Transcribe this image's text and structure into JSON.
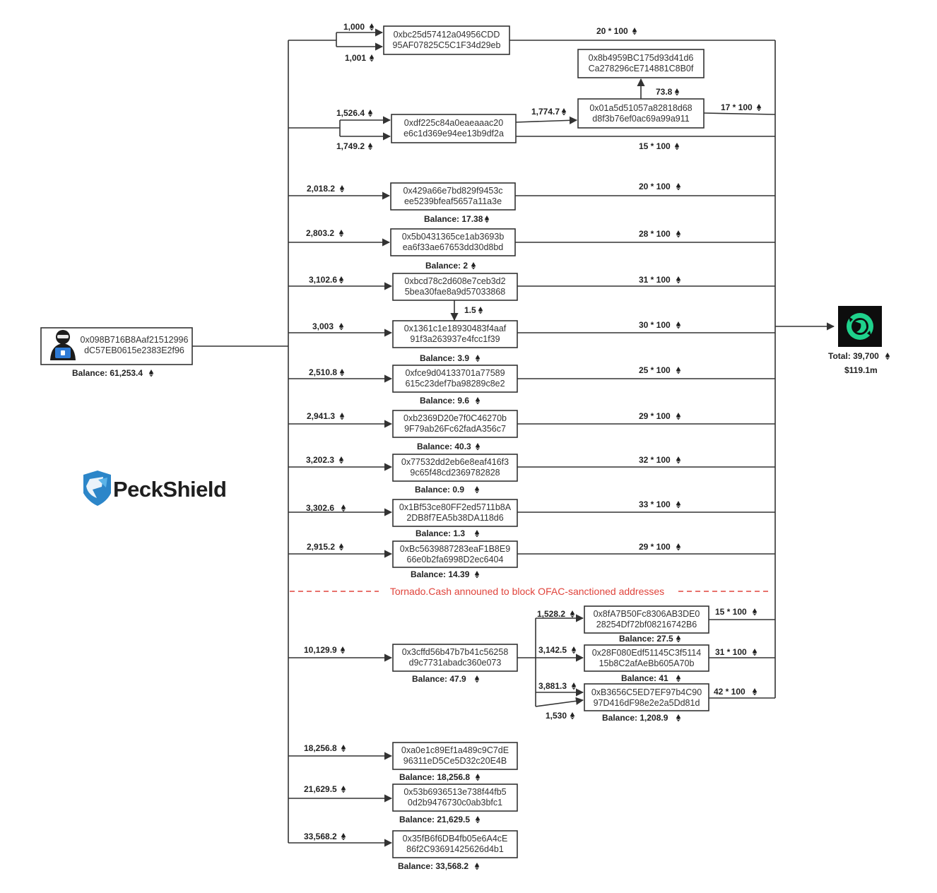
{
  "hacker": {
    "address_line1": "0x098B716B8Aaf21512996",
    "address_line2": "dC57EB0615e2383E2f96",
    "balance": "Balance: 61,253.4"
  },
  "tornado": {
    "total": "Total: 39,700",
    "usd": "$119.1m",
    "icon": "tornado-cash-logo-icon",
    "accent_color": "#1fd28c"
  },
  "separator_text": "Tornado.Cash announed to block OFAC-sanctioned addresses",
  "brand": "PeckShield",
  "eth_symbol": "♦",
  "rows": [
    {
      "amount_in_1": "1,000",
      "amount_in_2": "1,001",
      "address_line1": "0xbc25d57412a04956CDD",
      "address_line2": "95AF07825C5C1F34d29eb",
      "out": "20 * 100"
    },
    {
      "amount_in_1": "1,526.4",
      "amount_in_2": "1,749.2",
      "address_line1": "0xdf225c84a0eaeaaac20",
      "address_line2": "e6c1d369e94ee13b9df2a",
      "out": "15 * 100"
    },
    {
      "amount_in": "2,018.2",
      "address_line1": "0x429a66e7bd829f9453c",
      "address_line2": "ee5239bfeaf5657a11a3e",
      "balance": "Balance: 17.38",
      "out": "20 * 100"
    },
    {
      "amount_in": "2,803.2",
      "address_line1": "0x5b0431365ce1ab3693b",
      "address_line2": "ea6f33ae67653dd30d8bd",
      "balance": "Balance: 2",
      "out": "28 * 100"
    },
    {
      "amount_in": "3,102.6",
      "address_line1": "0xbcd78c2d608e7ceb3d2",
      "address_line2": "5bea30fae8a9d57033868",
      "out": "31 * 100"
    },
    {
      "amount_in": "3,003",
      "address_line1": "0x1361c1e18930483f4aaf",
      "address_line2": "91f3a263937e4fcc1f39",
      "balance": "Balance: 3.9",
      "out": "30 * 100"
    },
    {
      "amount_in": "2,510.8",
      "address_line1": "0xfce9d04133701a77589",
      "address_line2": "615c23def7ba98289c8e2",
      "balance": "Balance: 9.6",
      "out": "25 * 100"
    },
    {
      "amount_in": "2,941.3",
      "address_line1": "0xb2369D20e7f0C46270b",
      "address_line2": "9F79ab26Fc62fadA356c7",
      "balance": "Balance: 40.3",
      "out": "29 * 100"
    },
    {
      "amount_in": "3,202.3",
      "address_line1": "0x77532dd2eb6e8eaf416f3",
      "address_line2": "9c65f48cd2369782828",
      "balance": "Balance: 0.9",
      "out": "32 * 100"
    },
    {
      "amount_in": "3,302.6",
      "address_line1": "0x1Bf53ce80FF2ed5711b8A",
      "address_line2": "2DB8f7EA5b38DA118d6",
      "balance": "Balance: 1.3",
      "out": "33 * 100"
    },
    {
      "amount_in": "2,915.2",
      "address_line1": "0xBc5639887283eaF1B8E9",
      "address_line2": "66e0b2fa6998D2ec6404",
      "balance": "Balance: 14.39",
      "out": "29 * 100"
    }
  ],
  "branch_top": {
    "address_line1": "0x8b4959BC175d93d41d6",
    "address_line2": "Ca278296cE714881C8B0f",
    "hop_address_line1": "0x01a5d51057a82818d68",
    "hop_address_line2": "d8f3b76ef0ac69a99a911",
    "hop_in": "1,774.7",
    "up_amount": "73.8",
    "hop_out": "17 * 100"
  },
  "inner_transfer": "1.5",
  "post_block": {
    "main": {
      "amount_in": "10,129.9",
      "address_line1": "0x3cffd56b47b7b41c56258",
      "address_line2": "d9c7731abadc360e073",
      "balance": "Balance: 47.9"
    },
    "subs": [
      {
        "amount_in": "1,528.2",
        "address_line1": "0x8fA7B50Fc8306AB3DE0",
        "address_line2": "28254Df72bf08216742B6",
        "balance": "Balance: 27.5",
        "out": "15 * 100"
      },
      {
        "amount_in": "3,142.5",
        "address_line1": "0x28F080Edf51145C3f5114",
        "address_line2": "15b8C2afAeBb605A70b",
        "balance": "Balance: 41",
        "out": "31 * 100"
      },
      {
        "amount_in": "3,881.3",
        "amount_in_2": "1,530",
        "address_line1": "0xB3656C5ED7EF97b4C90",
        "address_line2": "97D416dF98e2e2a5Dd81d",
        "balance": "Balance: 1,208.9",
        "out": "42 * 100"
      }
    ],
    "holders": [
      {
        "amount_in": "18,256.8",
        "address_line1": "0xa0e1c89Ef1a489c9C7dE",
        "address_line2": "96311eD5Ce5D32c20E4B",
        "balance": "Balance: 18,256.8"
      },
      {
        "amount_in": "21,629.5",
        "address_line1": "0x53b6936513e738f44fb5",
        "address_line2": "0d2b9476730c0ab3bfc1",
        "balance": "Balance: 21,629.5"
      },
      {
        "amount_in": "33,568.2",
        "address_line1": "0x35fB6f6DB4fb05e6A4cE",
        "address_line2": "86f2C93691425626d4b1",
        "balance": "Balance: 33,568.2"
      }
    ]
  }
}
